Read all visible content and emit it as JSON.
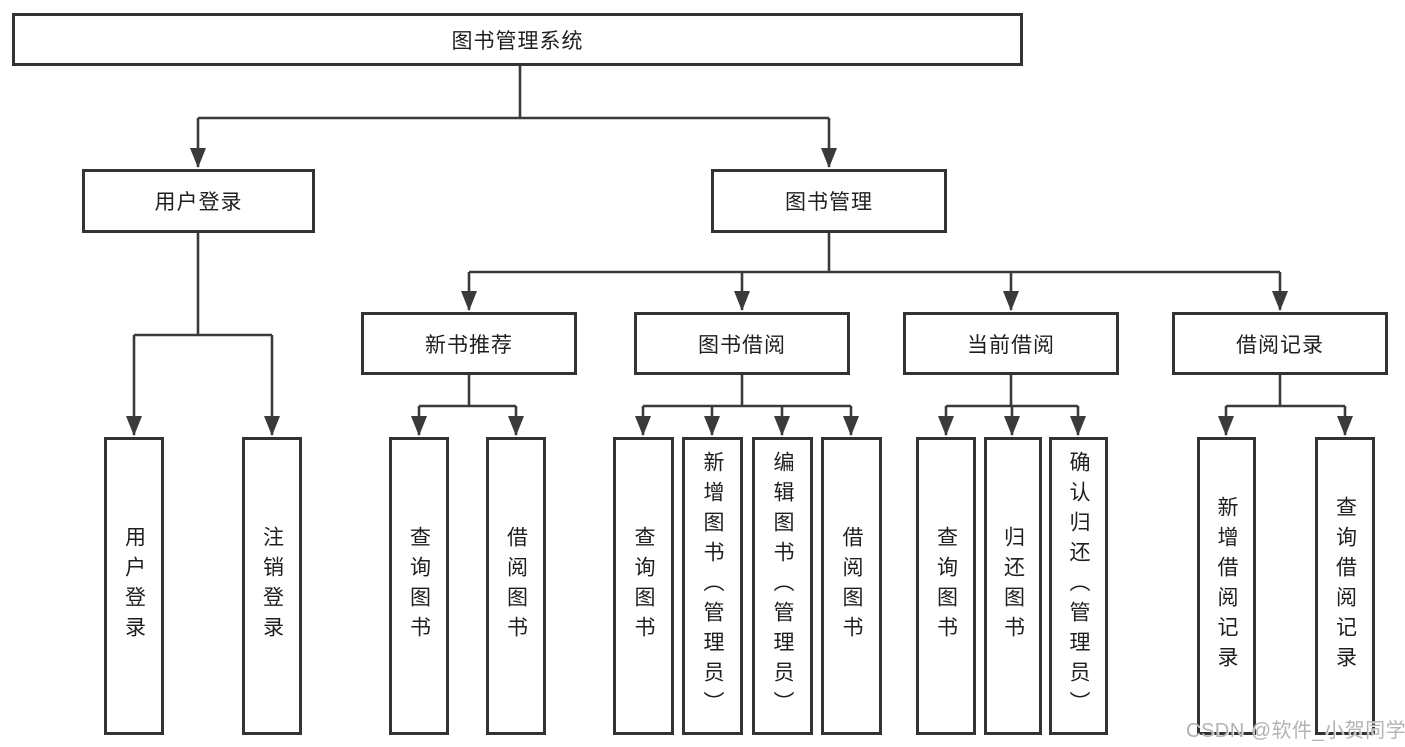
{
  "nodes": {
    "root": {
      "label": "图书管理系统"
    },
    "level2": [
      {
        "label": "用户登录"
      },
      {
        "label": "图书管理"
      }
    ],
    "level3": [
      {
        "label": "新书推荐",
        "parent": "图书管理"
      },
      {
        "label": "图书借阅",
        "parent": "图书管理"
      },
      {
        "label": "当前借阅",
        "parent": "图书管理"
      },
      {
        "label": "借阅记录",
        "parent": "图书管理"
      }
    ],
    "level4": [
      {
        "label": "用户登录",
        "parent": "用户登录"
      },
      {
        "label": "注销登录",
        "parent": "用户登录"
      },
      {
        "label": "查询图书",
        "parent": "新书推荐"
      },
      {
        "label": "借阅图书",
        "parent": "新书推荐"
      },
      {
        "label": "查询图书",
        "parent": "图书借阅"
      },
      {
        "label": "新增图书（管理员）",
        "parent": "图书借阅"
      },
      {
        "label": "编辑图书（管理员）",
        "parent": "图书借阅"
      },
      {
        "label": "借阅图书",
        "parent": "图书借阅"
      },
      {
        "label": "查询图书",
        "parent": "当前借阅"
      },
      {
        "label": "归还图书",
        "parent": "当前借阅"
      },
      {
        "label": "确认归还（管理员）",
        "parent": "当前借阅"
      },
      {
        "label": "新增借阅记录",
        "parent": "借阅记录"
      },
      {
        "label": "查询借阅记录",
        "parent": "借阅记录"
      }
    ]
  },
  "watermark": {
    "text": "CSDN @软件_小贺同学"
  },
  "colors": {
    "line": "#3a3a3a",
    "box-border": "#333333",
    "text": "#1f1f1f",
    "watermark": "#b3b3b3",
    "background": "#ffffff"
  }
}
